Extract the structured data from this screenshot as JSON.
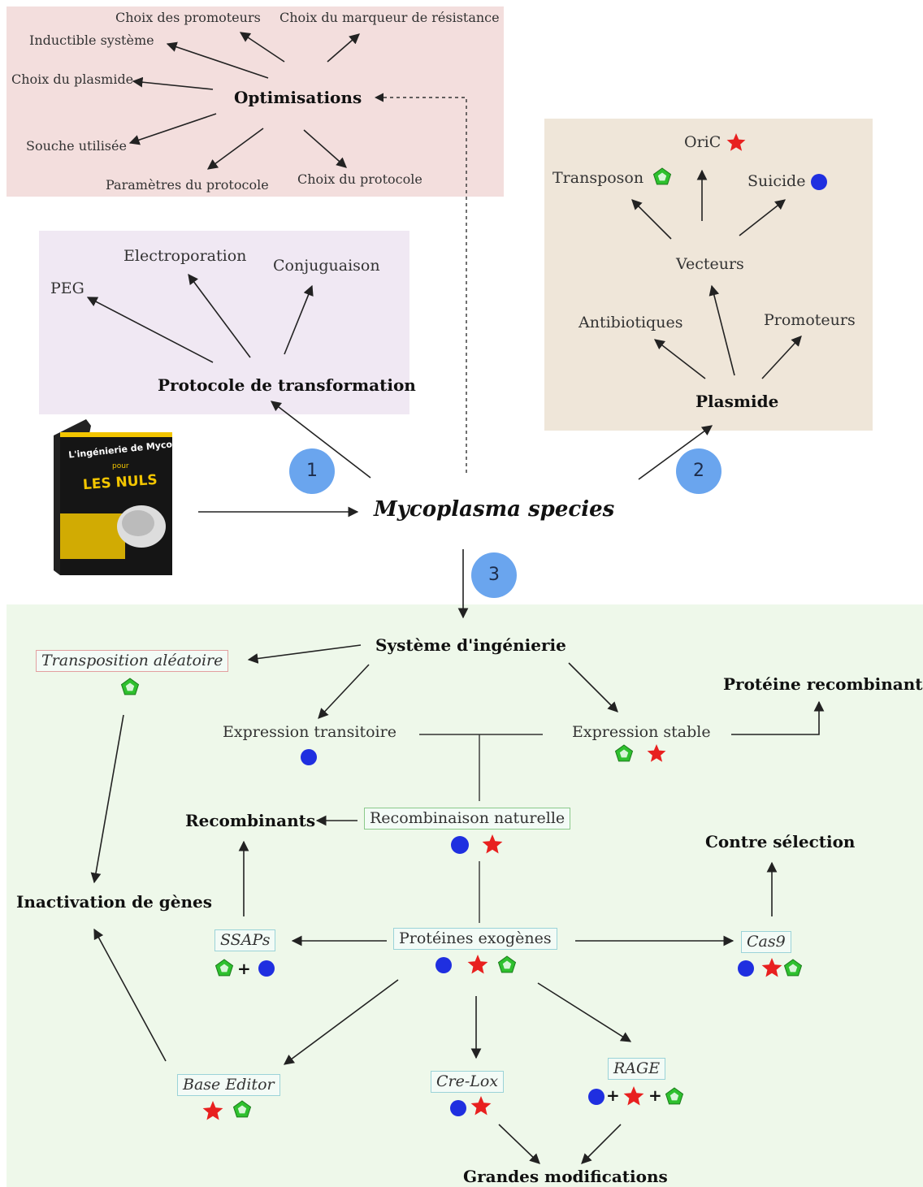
{
  "optimisations": {
    "title": "Optimisations",
    "items": [
      "Choix des promoteurs",
      "Choix du marqueur de résistance",
      "Inductible système",
      "Choix du plasmide",
      "Souche utilisée",
      "Paramètres du protocole",
      "Choix du protocole"
    ]
  },
  "transformation": {
    "title": "Protocole de transformation",
    "items": [
      "PEG",
      "Electroporation",
      "Conjuguaison"
    ]
  },
  "plasmide": {
    "title": "Plasmide",
    "vecteurs": "Vecteurs",
    "items": [
      "Antibiotiques",
      "Promoteurs"
    ],
    "vector_items": [
      "Transposon",
      "OriC",
      "Suicide"
    ]
  },
  "center": {
    "title": "Mycoplasma species"
  },
  "steps": [
    "1",
    "2",
    "3"
  ],
  "book": {
    "title": "L'ingénierie de Myco",
    "subtitle": "pour",
    "brand": "LES NULS"
  },
  "engineering": {
    "title": "Système d'ingénierie",
    "transposition": "Transposition aléatoire",
    "transitoire": "Expression transitoire",
    "stable": "Expression stable",
    "proteine": "Protéine recombinante",
    "recombinants": "Recombinants",
    "naturelle": "Recombinaison naturelle",
    "contre": "Contre sélection",
    "inactivation": "Inactivation de gènes",
    "ssaps": "SSAPs",
    "exogenes": "Protéines exogènes",
    "cas9": "Cas9",
    "base_editor": "Base Editor",
    "crelox": "Cre-Lox",
    "rage": "RAGE",
    "grandes": "Grandes modifications",
    "plus": "+"
  },
  "colors": {
    "blue_dot": "#1f2fe0",
    "red_star": "#e8201f",
    "green_pentagon": "#2ec02e",
    "step_circle": "#6aa5ee"
  }
}
